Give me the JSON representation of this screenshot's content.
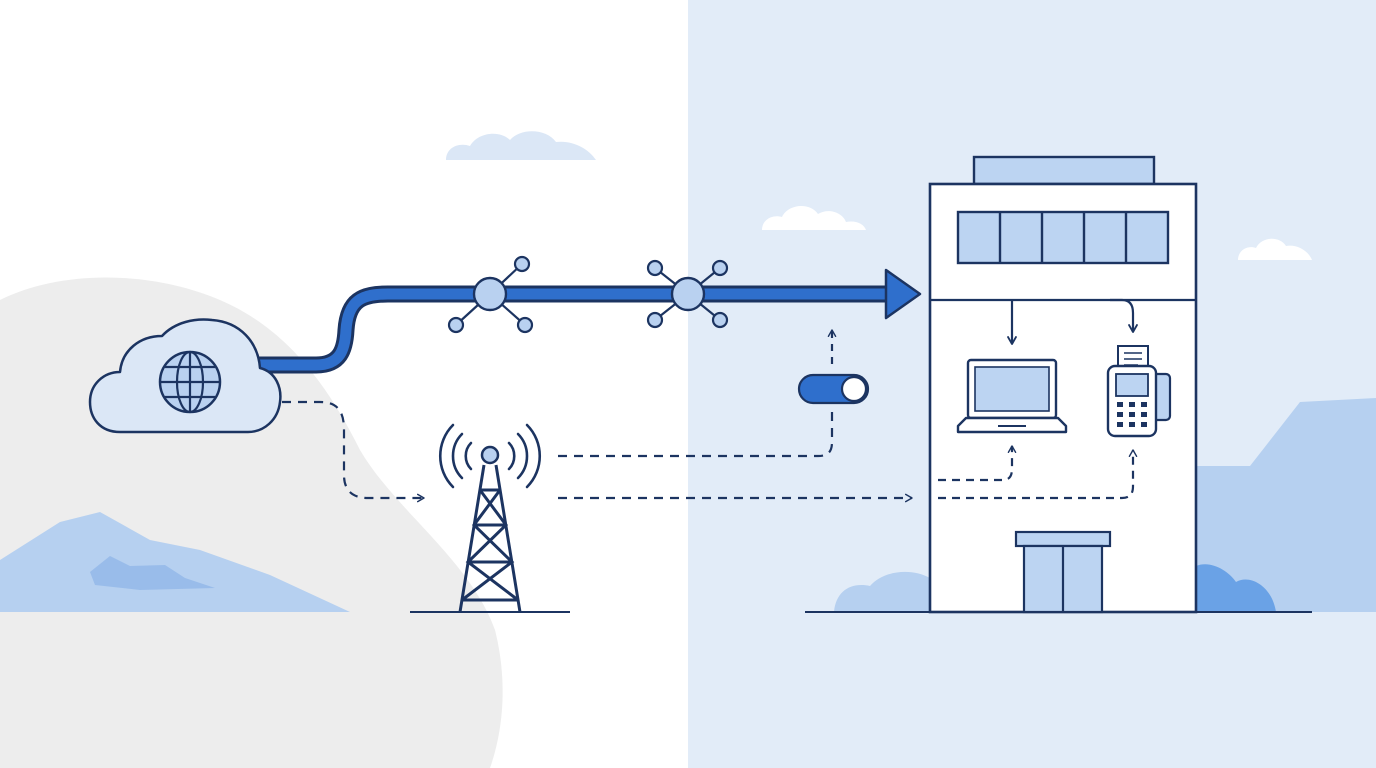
{
  "colors": {
    "left_background": "#ffffff",
    "right_background": "#e2ecf8",
    "hill_gray": "#ededed",
    "mountain_blue": "#b6d0f0",
    "mountain_blue_dark": "#8fb5e8",
    "bush_blue": "#6aa2e6",
    "cloud_light": "#dbe7f6",
    "cloud_white": "#ffffff",
    "outline_navy": "#1c3461",
    "flow_blue": "#2f6fcc",
    "node_fill": "#b9d1f0",
    "device_fill": "#bcd4f2",
    "toggle_blue": "#2f6fcc"
  },
  "icons": {
    "internet": "cloud-globe-icon",
    "network_nodes": "hub-node-icon",
    "tower": "cell-tower-icon",
    "switch": "toggle-switch-icon",
    "building": "office-building-icon",
    "laptop": "laptop-icon",
    "pos_terminal": "card-payment-terminal-icon"
  },
  "connections": [
    {
      "from": "cloud",
      "to": "building",
      "style": "solid-arrow",
      "via": [
        "hub-node",
        "hub-node"
      ]
    },
    {
      "from": "cloud",
      "to": "tower",
      "style": "dashed-arrow"
    },
    {
      "from": "tower",
      "to": "toggle-switch",
      "style": "dashed-arrow"
    },
    {
      "from": "tower",
      "to": "building",
      "style": "dashed-arrow"
    },
    {
      "from": "building-roofline",
      "to": "laptop",
      "style": "solid-arrow"
    },
    {
      "from": "building-roofline",
      "to": "pos-terminal",
      "style": "solid-arrow"
    },
    {
      "from": "building-side",
      "to": "laptop",
      "style": "dashed-arrow"
    },
    {
      "from": "building-side",
      "to": "pos-terminal",
      "style": "dashed-arrow"
    }
  ]
}
